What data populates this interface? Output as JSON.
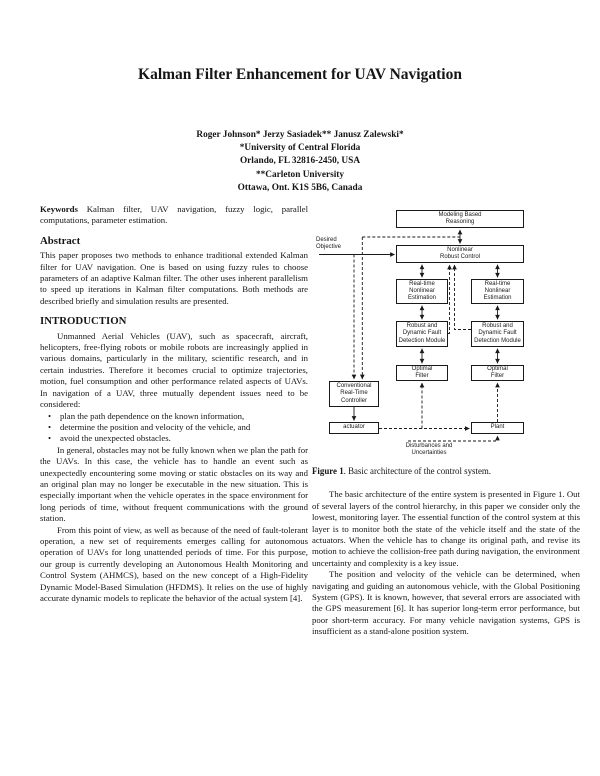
{
  "page": {
    "title": "Kalman Filter Enhancement for UAV Navigation"
  },
  "authors": {
    "line1": "Roger Johnson* Jerzy Sasiadek** Janusz Zalewski*",
    "line2": "*University of Central Florida",
    "line3": "Orlando, FL 32816-2450, USA",
    "line4": "**Carleton University",
    "line5": "Ottawa, Ont. K1S 5B6, Canada"
  },
  "left_column": {
    "keywords_label": "Keywords",
    "keywords_text": " Kalman filter, UAV navigation, fuzzy logic, parallel computations, parameter estimation.",
    "abstract_heading": "Abstract",
    "abstract_text": "This paper proposes two methods to enhance traditional extended Kalman filter for UAV navigation.  One is based on using fuzzy rules to choose parameters of an adaptive Kalman filter.  The other uses inherent parallelism to speed up iterations in Kalman filter computations.  Both methods are described briefly and simulation results are presented.",
    "intro_heading": "INTRODUCTION",
    "intro_para1": "Unmanned Aerial Vehicles (UAV), such as spacecraft, aircraft, helicopters, free-flying robots or mobile robots are increasingly applied in various domains, particularly in the military, scientific research, and in certain industries. Therefore it becomes crucial to optimize trajectories, motion, fuel consumption and other performance related aspects of UAVs.  In navigation of a UAV, three mutually dependent issues need to be considered:",
    "bullet_glyph": "•",
    "bullets": [
      "plan the path dependence on the known information,",
      "determine the position and velocity of the vehicle, and",
      "avoid the unexpected obstacles."
    ],
    "intro_para2": "In general, obstacles may not be fully known when we plan the path for the UAVs. In this case, the vehicle has to handle an event such as unexpectedly encountering some moving or static obstacles on its way and an original plan may no longer be executable in the new situation.  This is especially important when the vehicle operates in the space environment for long periods of time, without frequent communications with the ground station.",
    "intro_para3": "From this point of view, as well as because of the need of fault-tolerant operation, a new set of requirements emerges calling for autonomous operation of UAVs for long unattended periods of time.  For this purpose, our group is currently developing an Autonomous Health Monitoring and Control System (AHMCS), based on the new concept of a High-Fidelity Dynamic Model-Based Simulation (HFDMS). It relies on the use of highly accurate dynamic models to replicate the behavior of the actual system [4]."
  },
  "figure": {
    "caption_label": "Figure 1",
    "caption_text": ". Basic architecture of the control system.",
    "nodes": {
      "modeling": "Modeling Based\nReasoning",
      "robust_control": "Nonlinear\nRobust Control",
      "realtime_left": "Real-time\nNonlinear\nEstimation",
      "realtime_right": "Real-time\nNonlinear\nEstimation",
      "fault_left": "Robust and\nDynamic Fault\nDetection Module",
      "fault_right": "Robust and\nDynamic Fault\nDetection Module",
      "optimal_left": "Optimal\nFilter",
      "optimal_right": "Optimal\nFilter",
      "conventional": "Conventional\nReal-Time\nController",
      "actuator": "actuator",
      "plant": "Plant",
      "desired_objective": "Desired\nObjective",
      "disturbances": "Disturbances and\nUncertainties"
    }
  },
  "right_column": {
    "para1": "The basic architecture of the entire system is presented in Figure 1.  Out of several layers of the control hierarchy, in this paper  we consider only the lowest, monitoring layer. The essential function of the control system at this layer is to monitor both the state of the vehicle itself and the state of the actuators. When the vehicle has to change its original path, and revise its motion to achieve the collision-free path during navigation, the environment uncertainty and complexity is a key issue.",
    "para2": "The position and velocity of the vehicle can be determined, when navigating and guiding an autonomous vehicle, with the Global Positioning System (GPS).  It is known, however, that several errors are associated with the GPS measurement [6]. It has superior long-term error performance, but poor short-term accuracy.  For many vehicle navigation systems, GPS is insufficient as a stand-alone position system."
  }
}
